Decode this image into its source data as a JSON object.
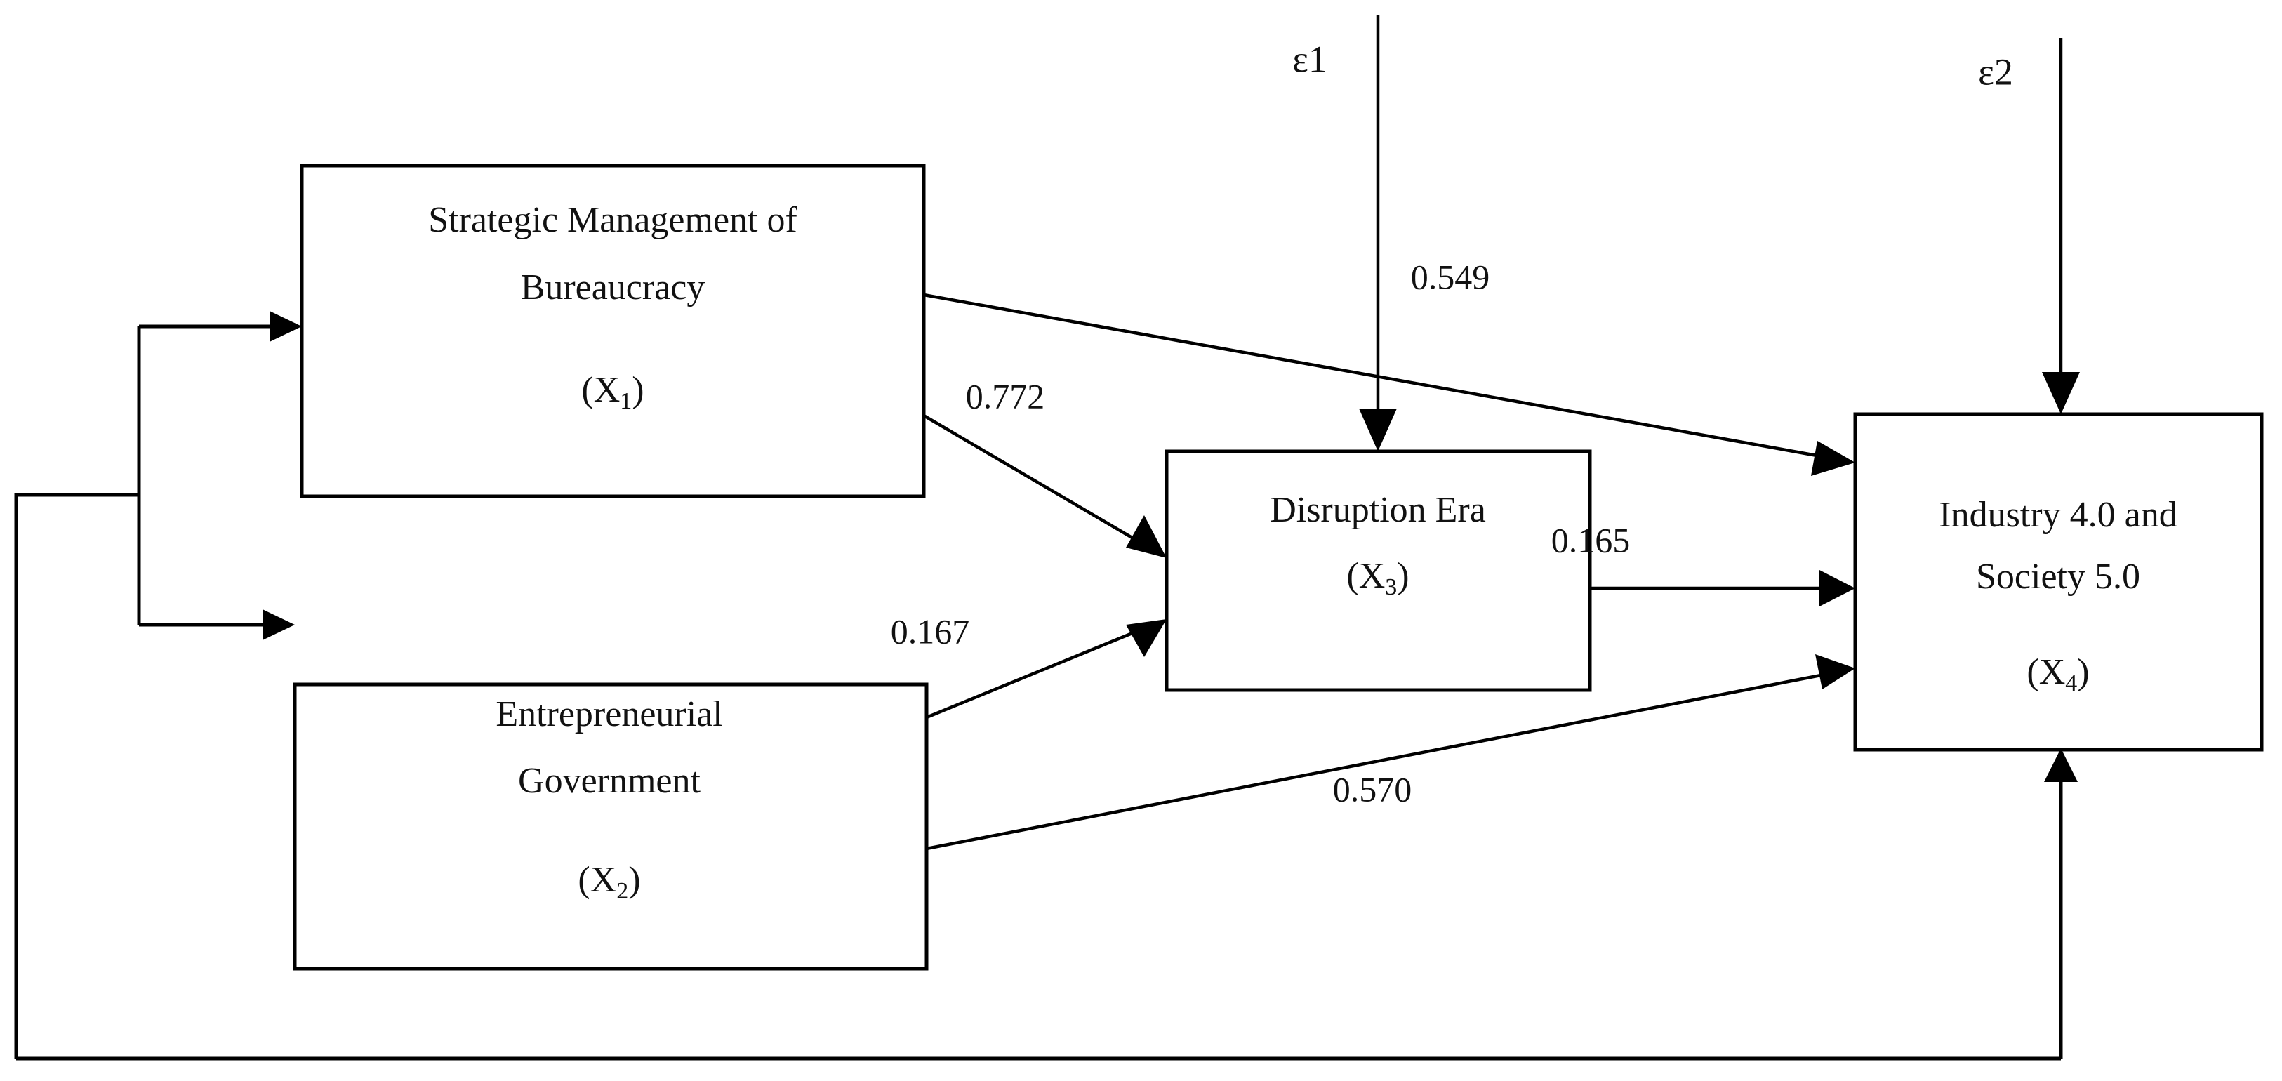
{
  "diagram": {
    "type": "path-analysis-diagram",
    "background_color": "#ffffff",
    "line_color": "#000000",
    "text_color": "#111111",
    "nodes": [
      {
        "id": "X1",
        "label_line1": "Strategic Management  of",
        "label_line2": "Bureaucracy",
        "code_prefix": "(X",
        "code_sub": "1",
        "code_suffix": ")"
      },
      {
        "id": "X2",
        "label_line1": "Entrepreneurial",
        "label_line2": "Government",
        "code_prefix": "(X",
        "code_sub": "2",
        "code_suffix": ")"
      },
      {
        "id": "X3",
        "label_line1": "Disruption Era",
        "label_line2": "",
        "code_prefix": "(X",
        "code_sub": "3",
        "code_suffix": ")"
      },
      {
        "id": "X4",
        "label_line1": "Industry 4.0 and",
        "label_line2": "Society 5.0",
        "code_prefix": "(X",
        "code_sub": "4",
        "code_suffix": ")"
      }
    ],
    "errors": [
      {
        "id": "e1",
        "label": "ε1"
      },
      {
        "id": "e2",
        "label": "ε2"
      }
    ],
    "coefficients": [
      {
        "id": "c_e1_x3",
        "value": "0.549",
        "from": "e1",
        "to": "X3"
      },
      {
        "id": "c_x1_x3",
        "value": "0.772",
        "from": "X1",
        "to": "X3"
      },
      {
        "id": "c_x2_x3",
        "value": "0.167",
        "from": "X2",
        "to": "X3"
      },
      {
        "id": "c_x3_x4",
        "value": "0.165",
        "from": "X3",
        "to": "X4"
      },
      {
        "id": "c_x2_x4",
        "value": "0.570",
        "from": "X2",
        "to": "X4"
      }
    ]
  },
  "chart_data": {
    "type": "diagram",
    "title": "",
    "nodes": [
      "Strategic Management of Bureaucracy (X1)",
      "Entrepreneurial Government (X2)",
      "Disruption Era (X3)",
      "Industry 4.0 and Society 5.0 (X4)",
      "ε1",
      "ε2"
    ],
    "edges": [
      {
        "source": "X1",
        "target": "X3",
        "value": 0.772
      },
      {
        "source": "X2",
        "target": "X3",
        "value": 0.167
      },
      {
        "source": "X3",
        "target": "X4",
        "value": 0.165
      },
      {
        "source": "X2",
        "target": "X4",
        "value": 0.57
      },
      {
        "source": "X1",
        "target": "X4",
        "value": null
      },
      {
        "source": "ε1",
        "target": "X3",
        "value": 0.549
      },
      {
        "source": "ε2",
        "target": "X4",
        "value": null
      },
      {
        "source": "X4",
        "target": "X1",
        "value": null
      },
      {
        "source": "X4",
        "target": "X2",
        "value": null
      }
    ]
  }
}
